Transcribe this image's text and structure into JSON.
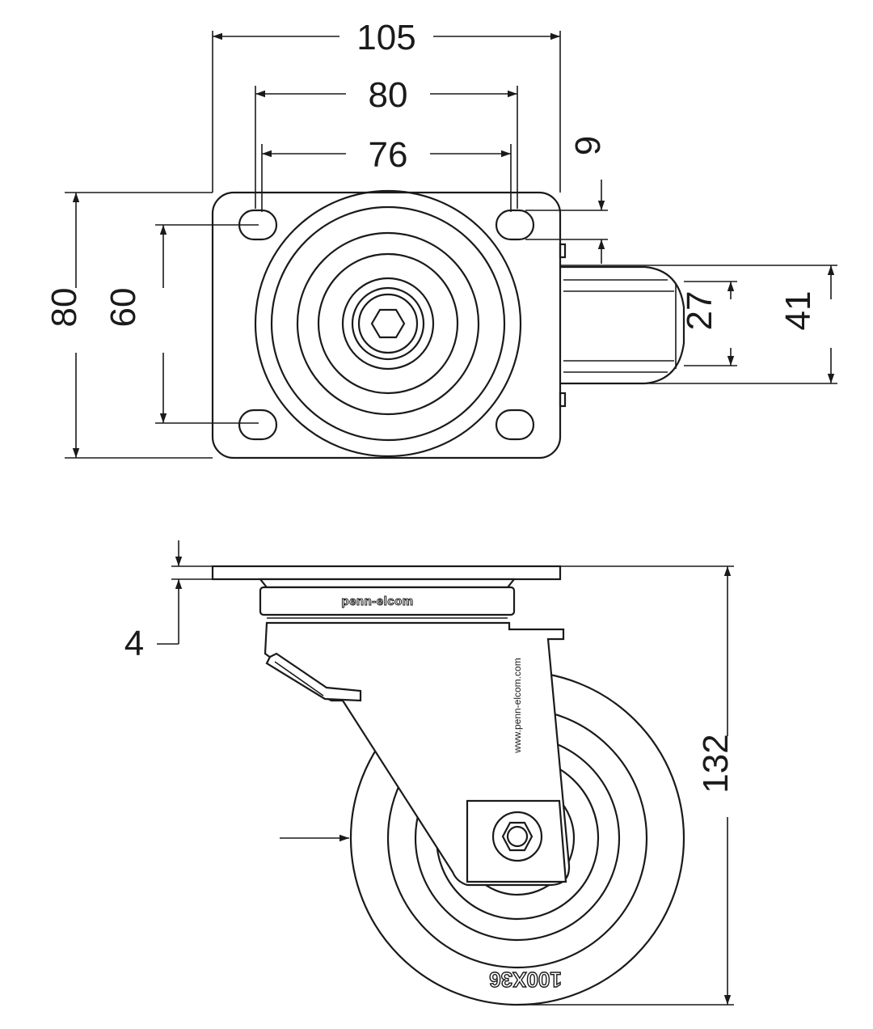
{
  "top_view": {
    "dim_overall_width": "105",
    "dim_hole_spacing_outer": "80",
    "dim_hole_spacing_inner": "76",
    "dim_offset_9": "9",
    "dim_overall_depth": "80",
    "dim_hole_spacing_depth": "60",
    "dim_tread_27": "27",
    "dim_wheel_41": "41"
  },
  "side_view": {
    "dim_plate_thickness": "4",
    "dim_overall_height": "132",
    "brand_logo": "penn-elcom",
    "website": "www.penn-elcom.com",
    "tyre_marking": "100X36"
  },
  "colors": {
    "line": "#1a1a1a",
    "background": "#ffffff"
  }
}
